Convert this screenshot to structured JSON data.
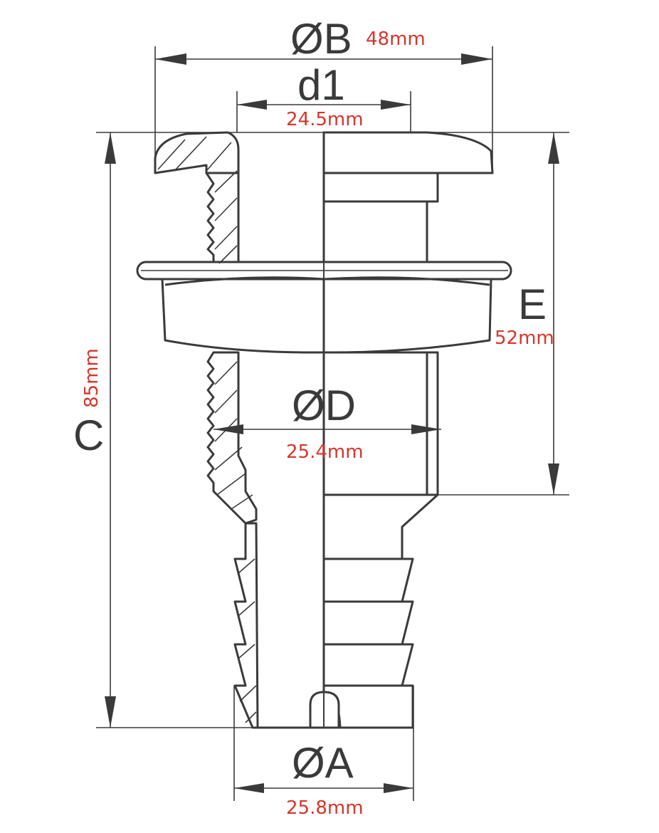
{
  "dimensions": {
    "B": {
      "symbol": "ØB",
      "value": "48mm"
    },
    "d1": {
      "symbol": "d1",
      "value": "24.5mm"
    },
    "E": {
      "symbol": "E",
      "value": "52mm"
    },
    "C": {
      "symbol": "C",
      "value": "85mm"
    },
    "D": {
      "symbol": "ØD",
      "value": "25.4mm"
    },
    "A": {
      "symbol": "ØA",
      "value": "25.8mm"
    }
  },
  "colors": {
    "line": "#3a3a3a",
    "dimension_value": "#d6352b",
    "background": "#ffffff"
  }
}
